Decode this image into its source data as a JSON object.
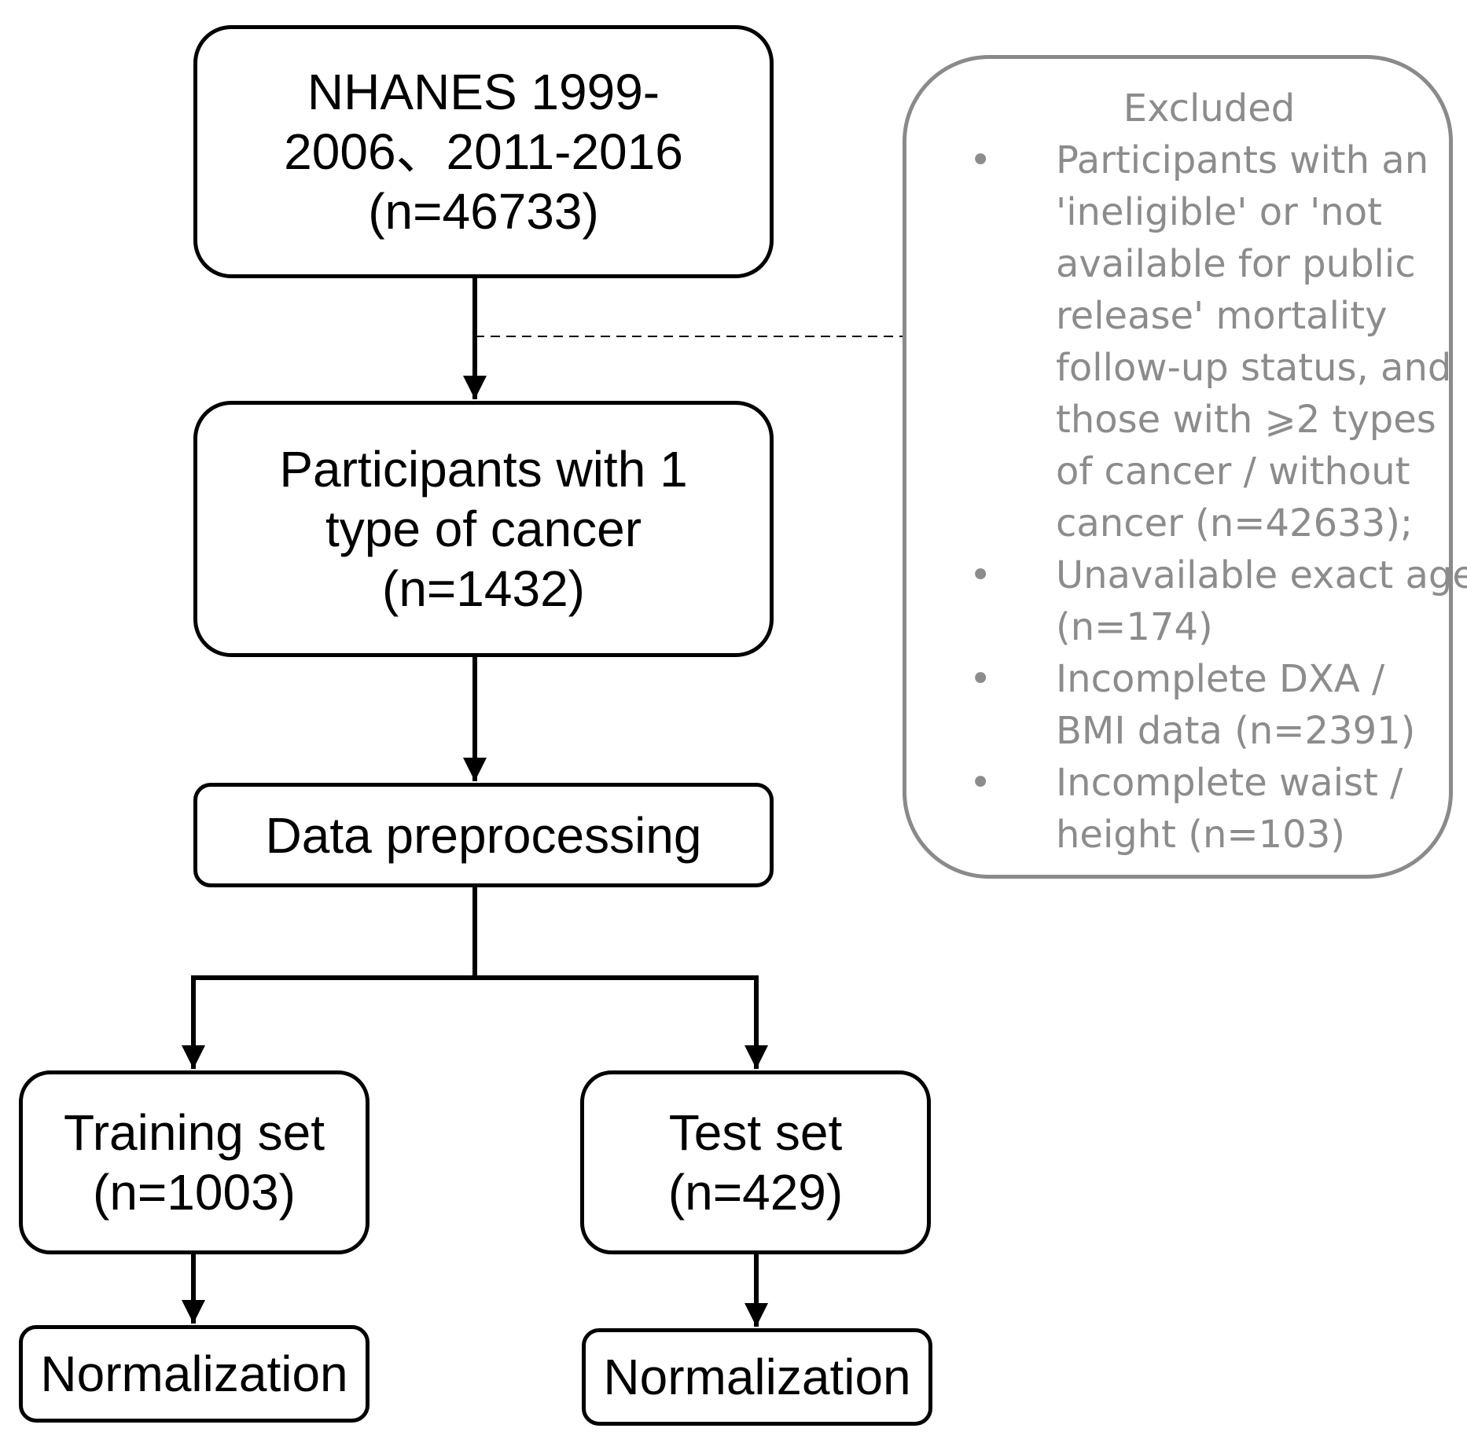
{
  "boxes": {
    "nhanes": {
      "lines": [
        "NHANES 1999-",
        "2006、2011-2016",
        "(n=46733)"
      ]
    },
    "one_cancer": {
      "lines": [
        "Participants with 1",
        "type of cancer",
        "(n=1432)"
      ]
    },
    "preprocessing": {
      "lines": [
        "Data preprocessing"
      ]
    },
    "training": {
      "lines": [
        "Training set",
        "(n=1003)"
      ]
    },
    "test": {
      "lines": [
        "Test set",
        "(n=429)"
      ]
    },
    "norm_left": {
      "lines": [
        "Normalization"
      ]
    },
    "norm_right": {
      "lines": [
        "Normalization"
      ]
    }
  },
  "excluded": {
    "title": "Excluded",
    "bullet": "•",
    "items": [
      {
        "lines": [
          "Participants with an",
          "'ineligible' or 'not",
          "available for public",
          "release' mortality",
          "follow-up status, and",
          "those with ⩾2 types",
          "of cancer / without",
          "cancer (n=42633);"
        ]
      },
      {
        "lines": [
          "Unavailable exact age",
          "(n=174)"
        ]
      },
      {
        "lines": [
          "Incomplete DXA /",
          "BMI data (n=2391)"
        ]
      },
      {
        "lines": [
          "Incomplete waist /",
          "height (n=103)"
        ]
      }
    ]
  },
  "colors": {
    "box_border": "#000000",
    "excluded_border": "#8a8a8a",
    "excluded_text": "#8c8c8c"
  }
}
